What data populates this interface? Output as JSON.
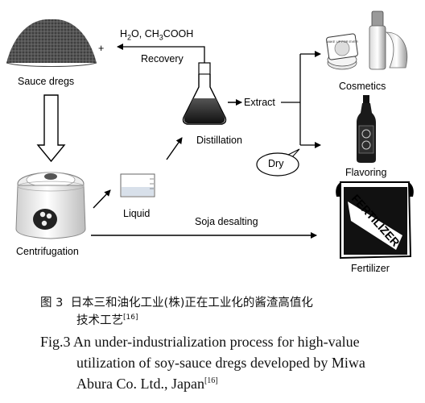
{
  "nodes": {
    "sauce_dregs": "Sauce dregs",
    "plus": "+",
    "byproduct_formula": [
      "H",
      "2",
      "O, CH",
      "3",
      "COOH"
    ],
    "recovery": "Recovery",
    "extract": "Extract",
    "distillation": "Distillation",
    "dry": "Dry",
    "cosmetics": "Cosmetics",
    "cosmetics_product_text": "MAKE UP FOR EVER",
    "flavoring": "Flavoring",
    "centrifugation": "Centrifugation",
    "liquid": "Liquid",
    "soja_desalting": "Soja desalting",
    "fertilizer": "Fertilizer",
    "fertilizer_bag_text": "FERTILIZER"
  },
  "caption": {
    "cn_label": "图 3",
    "cn_line1": "日本三和油化工业(株)正在工业化的酱渣高值化",
    "cn_line2": "技术工艺",
    "cn_ref": "[16]",
    "en_label": "Fig.3",
    "en_line1": "An under-industrialization process for high-value",
    "en_line2": "utilization of soy-sauce dregs developed by Miwa",
    "en_line3": "Abura Co. Ltd., Japan",
    "en_ref": "[16]"
  },
  "colors": {
    "ink": "#000000",
    "dregs": "#3a3a3a",
    "liquid_tint": "#d8e0ea"
  }
}
